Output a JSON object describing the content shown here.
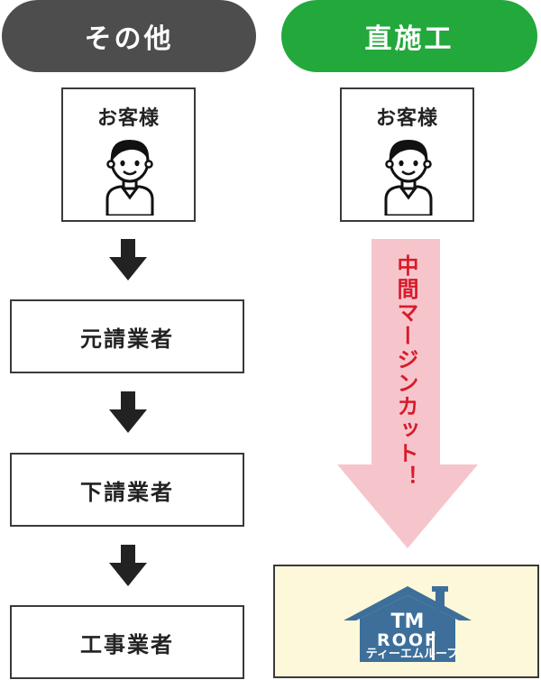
{
  "left_column": {
    "header": "その他",
    "customer_label": "お客様",
    "steps": [
      "元請業者",
      "下請業者",
      "工事業者"
    ]
  },
  "right_column": {
    "header": "直施工",
    "customer_label": "お客様",
    "arrow_text": "中間マージンカット！",
    "logo": {
      "mark": "TM ROOF",
      "katakana": "ティーエムルーフ"
    }
  },
  "colors": {
    "left_header": "#4d4d4d",
    "right_header": "#22a83b",
    "arrow_dark": "#222222",
    "arrow_pink": "#f6c5cc",
    "arrow_text": "#d91a2a",
    "logo_bg": "#fdf8d9",
    "logo_blue": "#3d6f9a"
  },
  "icons": [
    "person-icon",
    "down-arrow-icon",
    "roof-logo-icon"
  ]
}
